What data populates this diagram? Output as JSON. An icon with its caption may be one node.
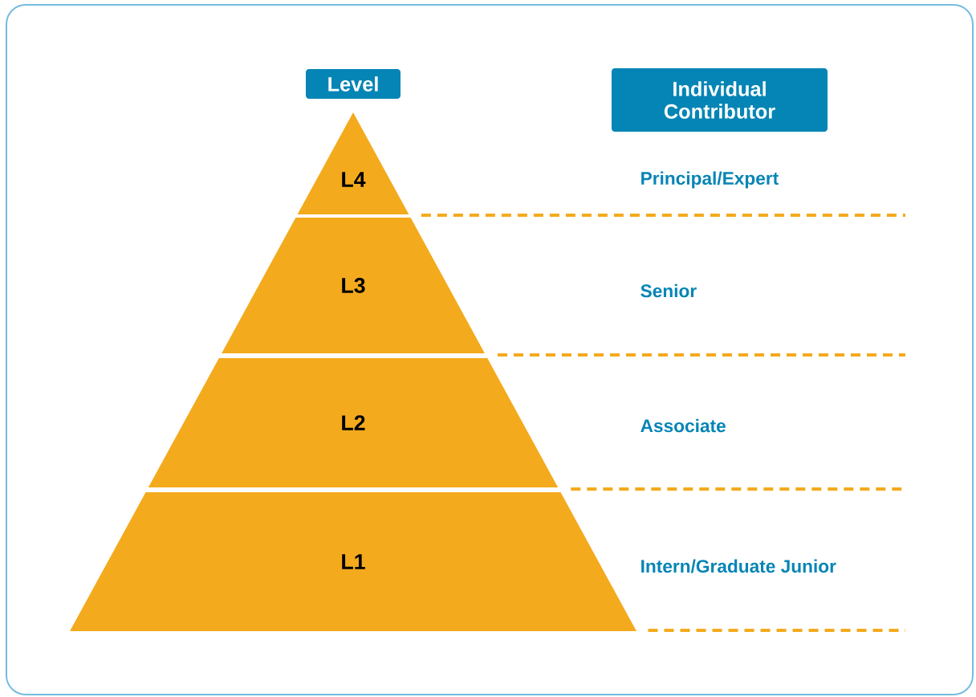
{
  "diagram": {
    "nodes": [
      {
        "text": [
          "Level"
        ]
      },
      {
        "text": [
          "Individual Contributor"
        ]
      },
      {
        "text": [
          "L4"
        ]
      },
      {
        "text": [
          "L3"
        ]
      },
      {
        "text": [
          "L2"
        ]
      },
      {
        "text": [
          "L1"
        ]
      }
    ],
    "labels": [
      "Principal/Expert",
      "Senior",
      "Associate",
      "Intern/Graduate Junior"
    ]
  }
}
